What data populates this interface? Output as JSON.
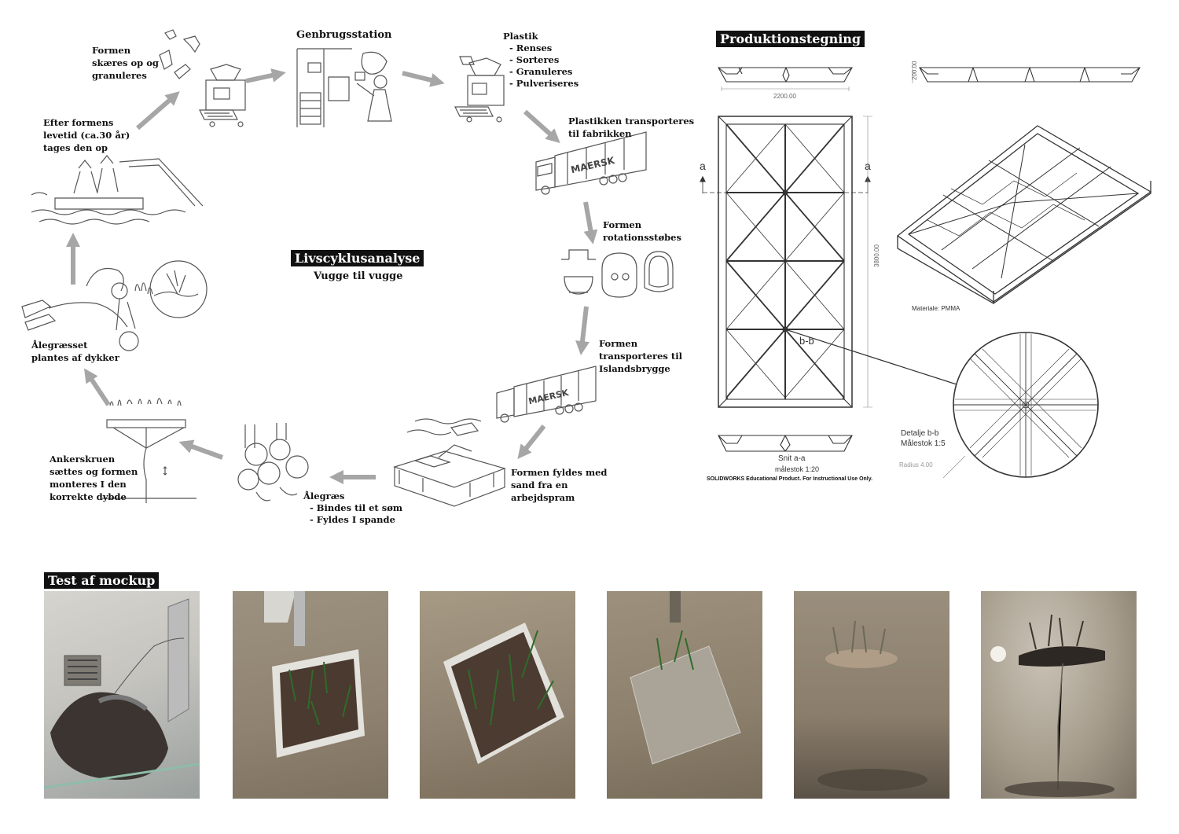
{
  "lifecycle": {
    "title": "Livscyklusanalyse",
    "subtitle": "Vugge til vugge",
    "steps": {
      "cut": "Formen\nskæres op og\ngranuleres",
      "station": "Genbrugsstation",
      "plastic_title": "Plastik",
      "plastic_items": [
        "Renses",
        "Sorteres",
        "Granuleres",
        "Pulveriseres"
      ],
      "transport1": "Plastikken transporteres\ntil fabrikken",
      "rotation": "Formen\nrotationsstøbes",
      "transport2": "Formen\ntransporteres til\nIslandsbrygge",
      "sand": "Formen fyldes med\nsand fra en\narbejdspram",
      "eelgrass_title": "Ålegræs",
      "eelgrass_items": [
        "Bindes til et søm",
        "Fyldes I spande"
      ],
      "anchor": "Ankerskruen\nsættes og formen\nmonteres I den\nkorrekte dybde",
      "diver": "Ålegræsset\nplantes af dykker",
      "lifetime": "Efter formens\nlevetid (ca.30 år)\ntages den op"
    },
    "truck_text": "MAERSK"
  },
  "drawing": {
    "title": "Produktionstegning",
    "dim_width": "2200.00",
    "dim_height": "3800.00",
    "dim_depth": "200.00",
    "section_mark": "a",
    "detail_mark": "b-b",
    "section_label_1": "Snit a-a",
    "section_label_2": "målestok 1:20",
    "material": "Materiale: PMMA",
    "detail_label_1": "Detalje b-b",
    "detail_label_2": "Målestok 1:5",
    "radius": "Radius 4.00",
    "watermark": "SOLIDWORKS Educational Product. For Instructional Use Only."
  },
  "mockup": {
    "title": "Test af mockup",
    "photos": [
      "photo-1",
      "photo-2",
      "photo-3",
      "photo-4",
      "photo-5",
      "photo-6"
    ]
  },
  "colors": {
    "arrow": "#a6a6a6",
    "tag_bg": "#111111",
    "water": "#8f8270"
  }
}
